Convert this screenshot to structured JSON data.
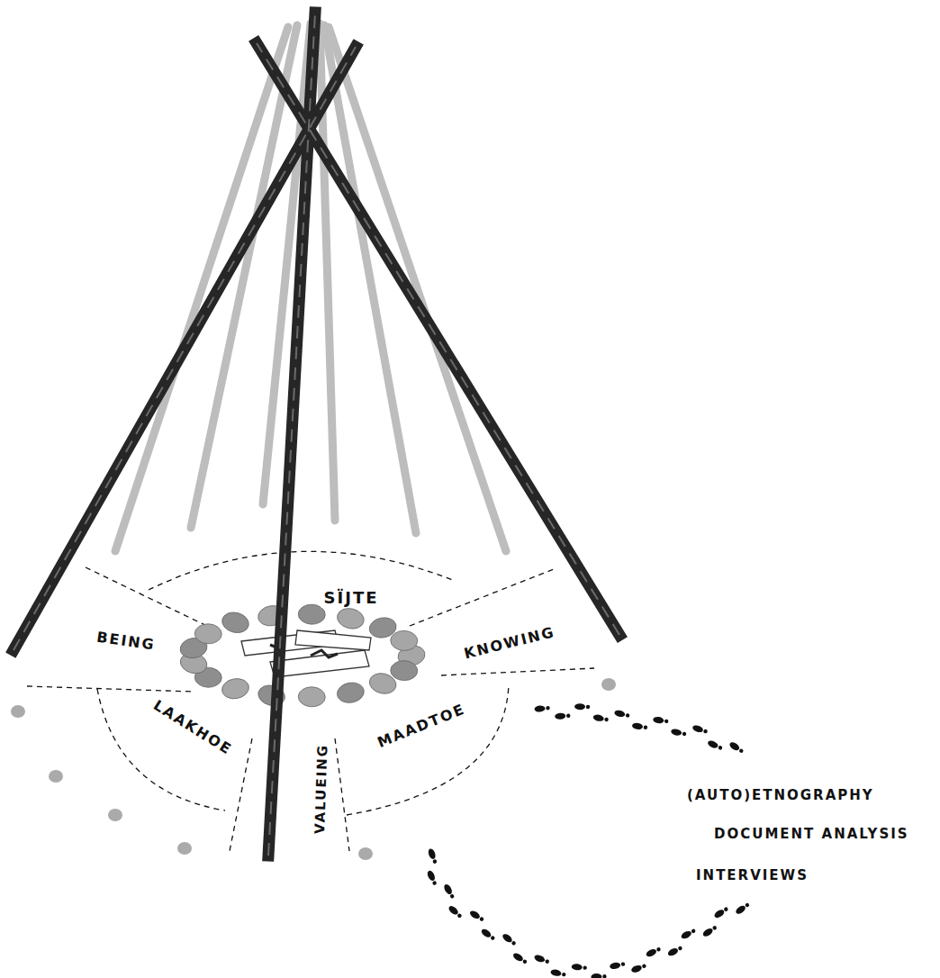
{
  "diagram": {
    "labels": [
      "SÏJTE",
      "BEING",
      "KNOWING",
      "LAAKHOE",
      "VALUEING",
      "MAADTOE",
      "(AUTO)ETNOGRAPHY",
      "DOCUMENT ANALYSIS",
      "INTERVIEWS"
    ]
  }
}
